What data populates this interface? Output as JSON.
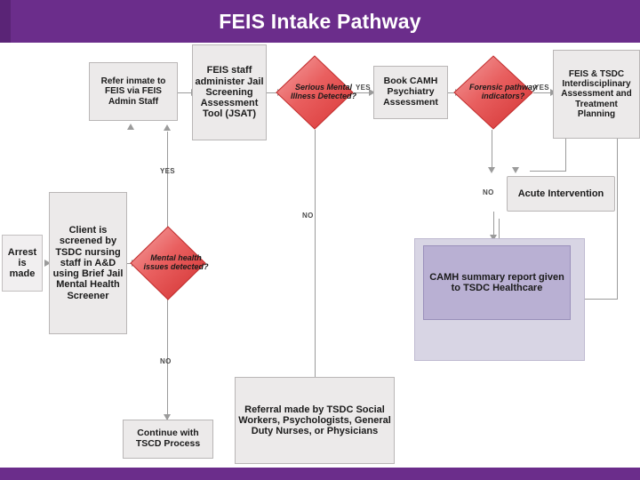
{
  "header": {
    "title": "FEIS Intake Pathway",
    "bar_color": "#6b2d8b"
  },
  "colors": {
    "accent": "#6b2d8b",
    "box_fill": "#eceaea",
    "diamond_fill": "#e84040",
    "purple_fill": "#b9b0d3",
    "connector": "#9b9b9b"
  },
  "diagram": {
    "type": "flowchart",
    "nodes": [
      {
        "id": "arrest",
        "shape": "box",
        "label": "Arrest is made"
      },
      {
        "id": "refer",
        "shape": "box",
        "label": "Refer inmate to FEIS via FEIS Admin Staff"
      },
      {
        "id": "jsat",
        "shape": "box",
        "label": "FEIS staff administer Jail Screening Assessment Tool (JSAT)"
      },
      {
        "id": "serious",
        "shape": "diamond",
        "label": "Serious Mental Illness Detected?"
      },
      {
        "id": "camh",
        "shape": "box",
        "label": "Book CAMH Psychiatry Assessment"
      },
      {
        "id": "forensic",
        "shape": "diamond",
        "label": "Forensic pathway indicators?"
      },
      {
        "id": "tsdc_team",
        "shape": "box",
        "label": "FEIS & TSDC Interdisciplinary Assessment and Treatment Planning"
      },
      {
        "id": "acute",
        "shape": "box",
        "label": "Acute Intervention"
      },
      {
        "id": "client_screened",
        "shape": "box",
        "label": "Client is screened by TSDC nursing staff in A&D using Brief Jail Mental Health Screener"
      },
      {
        "id": "mh_issues",
        "shape": "diamond",
        "label": "Mental health issues detected?"
      },
      {
        "id": "summary",
        "shape": "box",
        "label": "CAMH summary report given to TSDC Healthcare"
      },
      {
        "id": "continue",
        "shape": "box",
        "label": "Continue with TSCD Process"
      },
      {
        "id": "referral",
        "shape": "box",
        "label": "Referral made by TSDC Social Workers, Psychologists, General Duty Nurses, or Physicians"
      }
    ],
    "edges": [
      {
        "from": "refer",
        "to": "jsat",
        "label": ""
      },
      {
        "from": "jsat",
        "to": "serious",
        "label": ""
      },
      {
        "from": "serious",
        "to": "camh",
        "label": "YES"
      },
      {
        "from": "camh",
        "to": "forensic",
        "label": ""
      },
      {
        "from": "forensic",
        "to": "tsdc_team",
        "label": "YES"
      },
      {
        "from": "forensic",
        "to": "acute",
        "label": "NO"
      },
      {
        "from": "serious",
        "to": "summary",
        "label": "NO"
      },
      {
        "from": "mh_issues",
        "to": "refer",
        "label": "YES"
      },
      {
        "from": "mh_issues",
        "to": "continue",
        "label": "NO"
      },
      {
        "from": "client_screened",
        "to": "mh_issues",
        "label": ""
      },
      {
        "from": "arrest",
        "to": "client_screened",
        "label": ""
      },
      {
        "from": "summary",
        "to": "referral",
        "label": ""
      }
    ],
    "edge_labels": {
      "yes": "YES",
      "no": "NO"
    }
  }
}
